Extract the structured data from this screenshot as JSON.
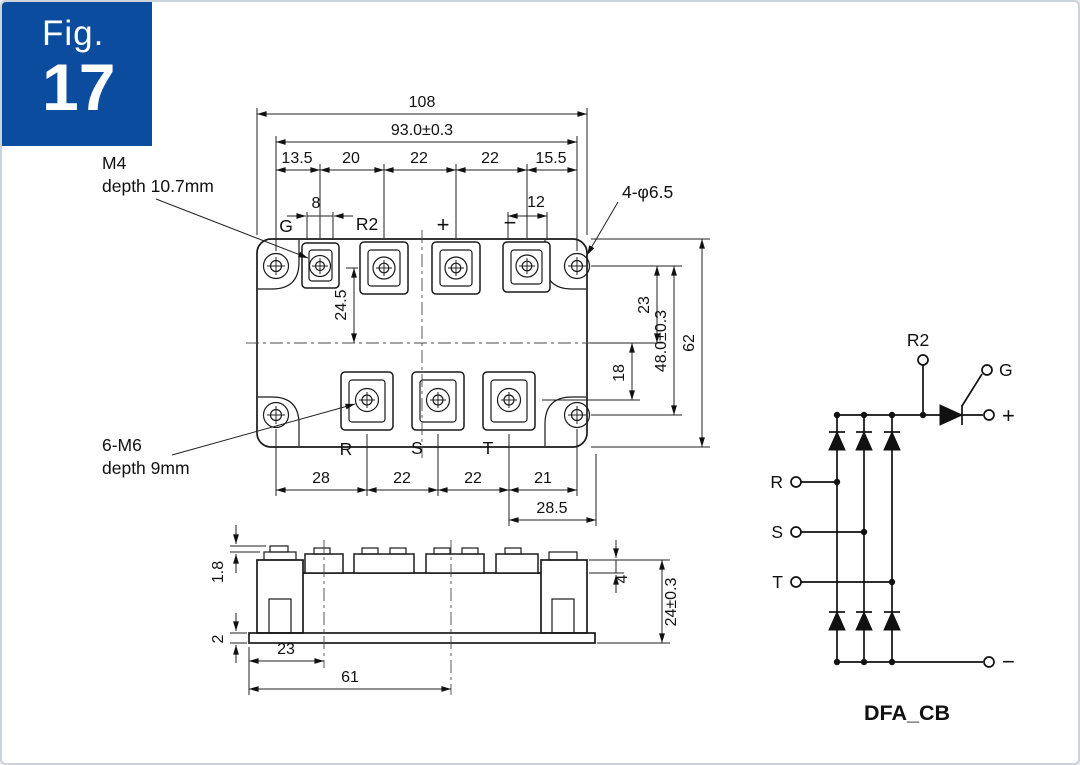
{
  "figure": {
    "label": "Fig.",
    "number": "17"
  },
  "notes": {
    "m4_line1": "M4",
    "m4_line2": "depth 10.7mm",
    "m6_line1": "6-M6",
    "m6_line2": "depth 9mm",
    "holes": "4-φ6.5"
  },
  "top_view": {
    "terminals": {
      "g": "G",
      "r2": "R2",
      "plus": "+",
      "minus": "−",
      "r": "R",
      "s": "S",
      "t": "T"
    },
    "dims": {
      "width": "108",
      "hole_span": "93.0±0.3",
      "chain_top": [
        "13.5",
        "20",
        "22",
        "22",
        "15.5"
      ],
      "g_tab": "8",
      "minus_tab": "12",
      "left_offset": "24.5",
      "upper_right": "23",
      "lower_right": "18",
      "hole_span_v": "48.0±0.3",
      "height": "62",
      "chain_bottom": [
        "28",
        "22",
        "22",
        "21"
      ],
      "t_to_edge": "28.5"
    }
  },
  "side_view": {
    "dims": {
      "tab_thickness": "1.8",
      "base_thickness": "2",
      "hole_left": "23",
      "hole_pitch": "61",
      "step": "4",
      "height": "24±0.3"
    }
  },
  "schematic": {
    "title": "DFA_CB",
    "labels": {
      "r2": "R2",
      "g": "G",
      "plus": "+",
      "minus": "−",
      "r": "R",
      "s": "S",
      "t": "T"
    }
  }
}
